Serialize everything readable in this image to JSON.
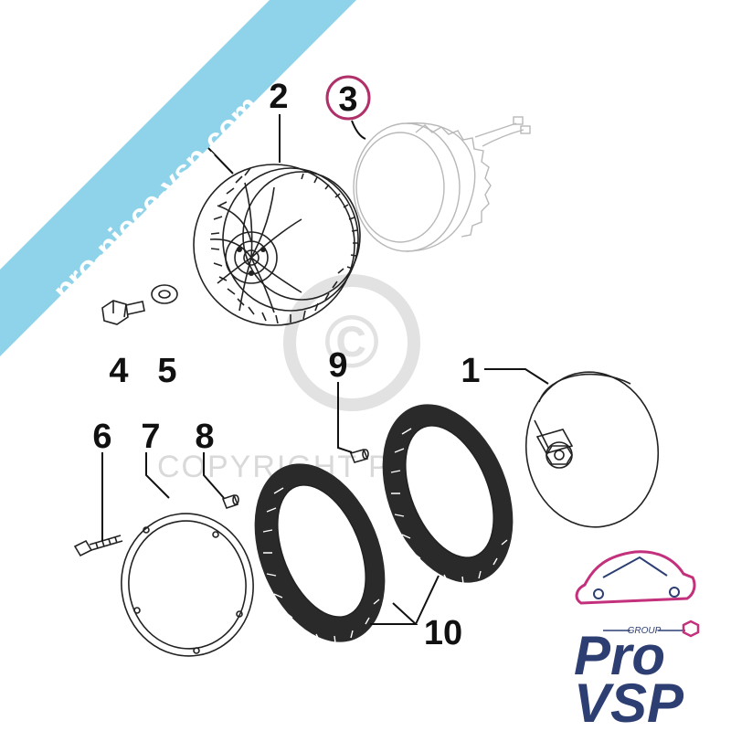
{
  "banner": {
    "text": "pro-piece-vsp.com",
    "color": "#8fd3ea"
  },
  "watermark": {
    "copyright_symbol": "©",
    "text": "COPYRIGHT ProVSP"
  },
  "callouts": {
    "c1_top": "1",
    "c2": "2",
    "c3": "3",
    "c4": "4",
    "c5": "5",
    "c6": "6",
    "c7": "7",
    "c8": "8",
    "c9": "9",
    "c1_right": "1",
    "c10": "10"
  },
  "highlight_color": "#b0306a",
  "logo": {
    "group": "GROUP",
    "line1": "Pro",
    "line2": "VSP",
    "brand_color": "#2d3e73",
    "accent_color": "#c3307c"
  }
}
